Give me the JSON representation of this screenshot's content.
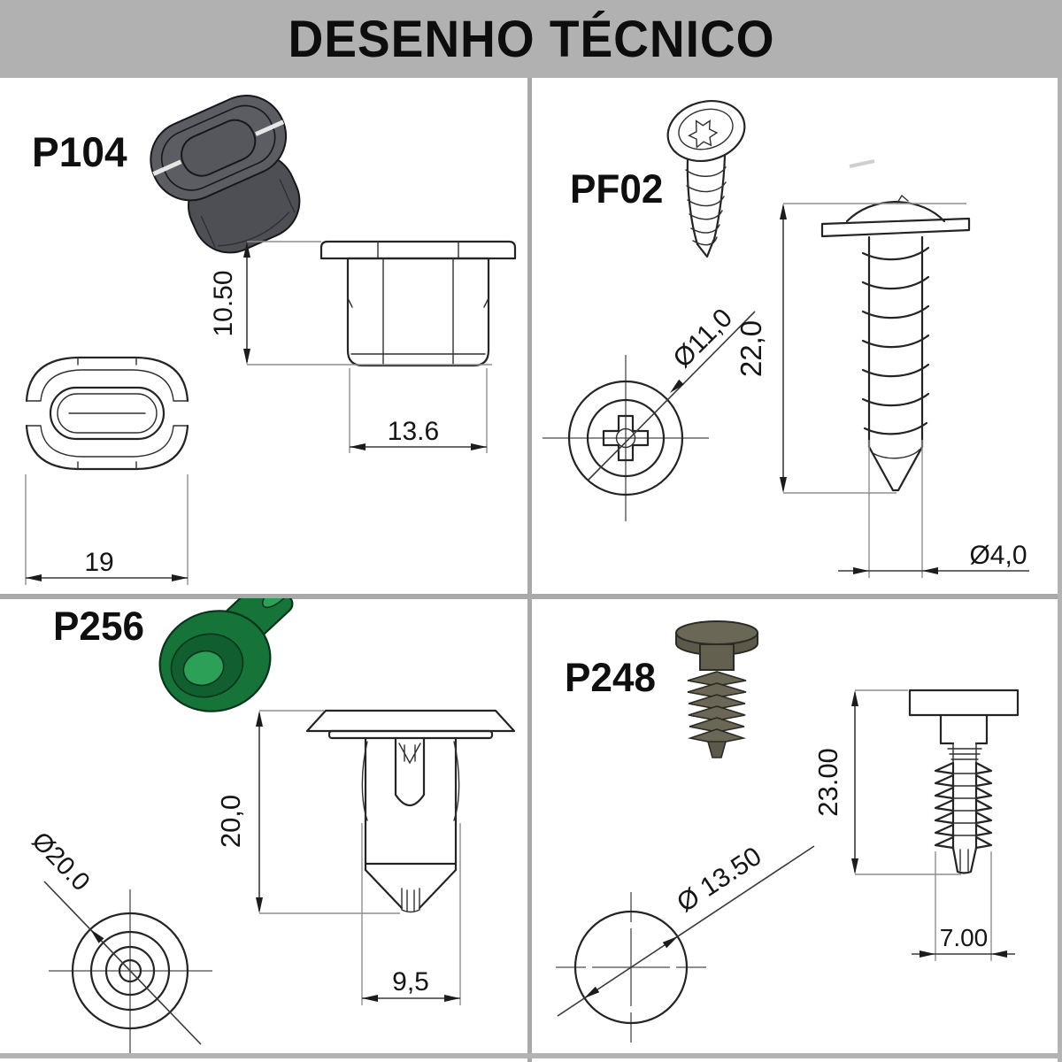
{
  "title": "DESENHO TÉCNICO",
  "colors": {
    "header_bg": "#b1b1b1",
    "divider": "#a9a9a9",
    "drawing_line": "#242424",
    "p104_part": "#55575c",
    "p104_part_dark": "#4d4f54",
    "p104_part_light": "#5b5d62",
    "p256_part": "#167439",
    "p256_part_mid": "#115e2f",
    "p256_part_light": "#2ca057",
    "p248_part": "#6b6757",
    "p248_part_dark": "#5c594b",
    "p248_part_mid": "#64604f"
  },
  "parts": {
    "p104": {
      "label": "P104",
      "dims": {
        "height": "10.50",
        "body_width": "13.6",
        "length": "19"
      }
    },
    "pf02": {
      "label": "PF02",
      "dims": {
        "head_diameter": "Ø11,0",
        "length": "22,0",
        "thread_diameter": "Ø4,0"
      }
    },
    "p256": {
      "label": "P256",
      "dims": {
        "length": "20,0",
        "flange_diameter": "Ø20.0",
        "body_width": "9,5"
      }
    },
    "p248": {
      "label": "P248",
      "dims": {
        "length": "23.00",
        "flange_diameter": "Ø 13.50",
        "body_width": "7.00"
      }
    }
  }
}
